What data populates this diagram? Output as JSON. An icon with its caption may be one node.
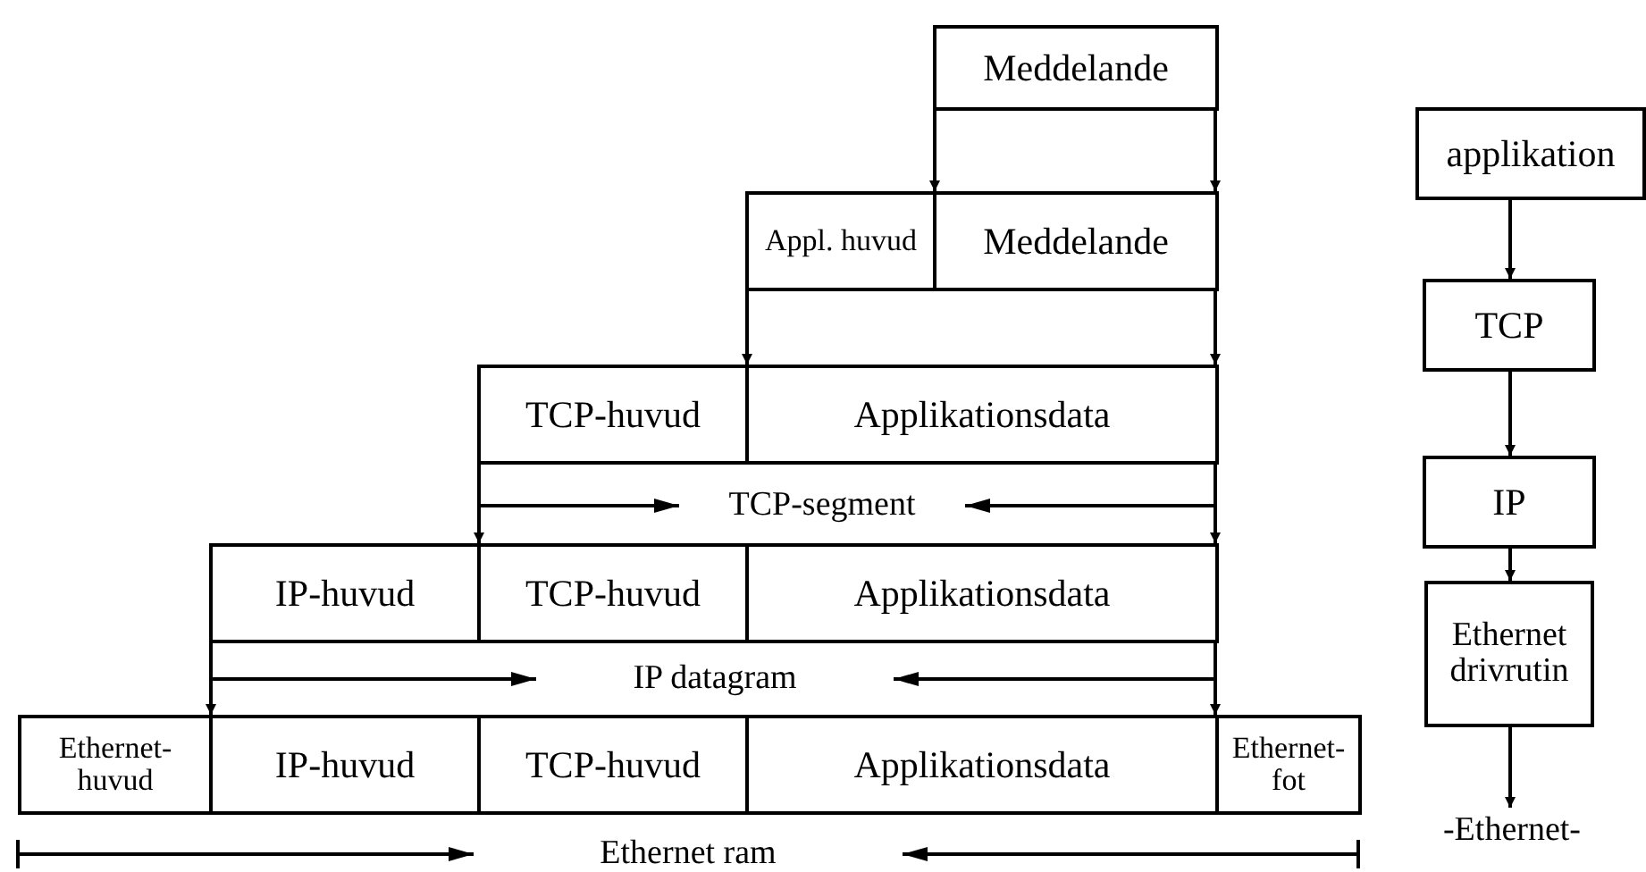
{
  "diagram": {
    "nodes": [
      {
        "text": [
          "Meddelande"
        ]
      },
      {
        "text": [
          "Appl. huvud"
        ]
      },
      {
        "text": [
          "Meddelande"
        ]
      },
      {
        "text": [
          "TCP-huvud"
        ]
      },
      {
        "text": [
          "Applikationsdata"
        ]
      },
      {
        "text": [
          "IP-huvud"
        ]
      },
      {
        "text": [
          "TCP-huvud"
        ]
      },
      {
        "text": [
          "Applikationsdata"
        ]
      },
      {
        "text": [
          "Ethernet- huvud"
        ]
      },
      {
        "text": [
          "IP-huvud"
        ]
      },
      {
        "text": [
          "TCP-huvud"
        ]
      },
      {
        "text": [
          "Applikationsdata"
        ]
      },
      {
        "text": [
          "Ethernet- fot"
        ]
      },
      {
        "text": [
          "applikation"
        ]
      },
      {
        "text": [
          "TCP"
        ]
      },
      {
        "text": [
          "IP"
        ]
      },
      {
        "text": [
          "Ethernet drivrutin"
        ]
      },
      {
        "text": [
          "-Ethernet-"
        ]
      }
    ],
    "edges": [
      {
        "from": 0,
        "to": 2,
        "arrow": "to"
      },
      {
        "from": 0,
        "to": 2,
        "arrow": "to"
      },
      {
        "from": 1,
        "to": 4,
        "arrow": "to"
      },
      {
        "from": 2,
        "to": 4,
        "arrow": "to"
      },
      {
        "from": 3,
        "to": 6,
        "arrow": "to"
      },
      {
        "from": 4,
        "to": 7,
        "arrow": "to"
      },
      {
        "from": 5,
        "to": 9,
        "arrow": "to"
      },
      {
        "from": 7,
        "to": 11,
        "arrow": "to"
      },
      {
        "from": 13,
        "to": 14,
        "arrow": "to"
      },
      {
        "from": 14,
        "to": 15,
        "arrow": "to"
      },
      {
        "from": 15,
        "to": 16,
        "arrow": "to"
      },
      {
        "from": 16,
        "to": 17,
        "arrow": "to"
      }
    ],
    "labels": [
      "TCP-segment",
      "IP datagram",
      "Ethernet ram"
    ]
  }
}
